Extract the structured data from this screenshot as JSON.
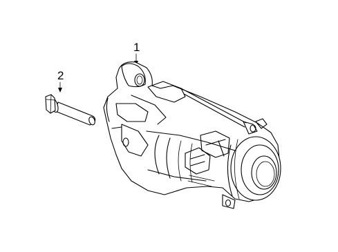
{
  "diagram": {
    "callouts": [
      {
        "id": "1",
        "label": "1",
        "part": "starter-motor"
      },
      {
        "id": "2",
        "label": "2",
        "part": "mounting-bolt"
      }
    ]
  }
}
